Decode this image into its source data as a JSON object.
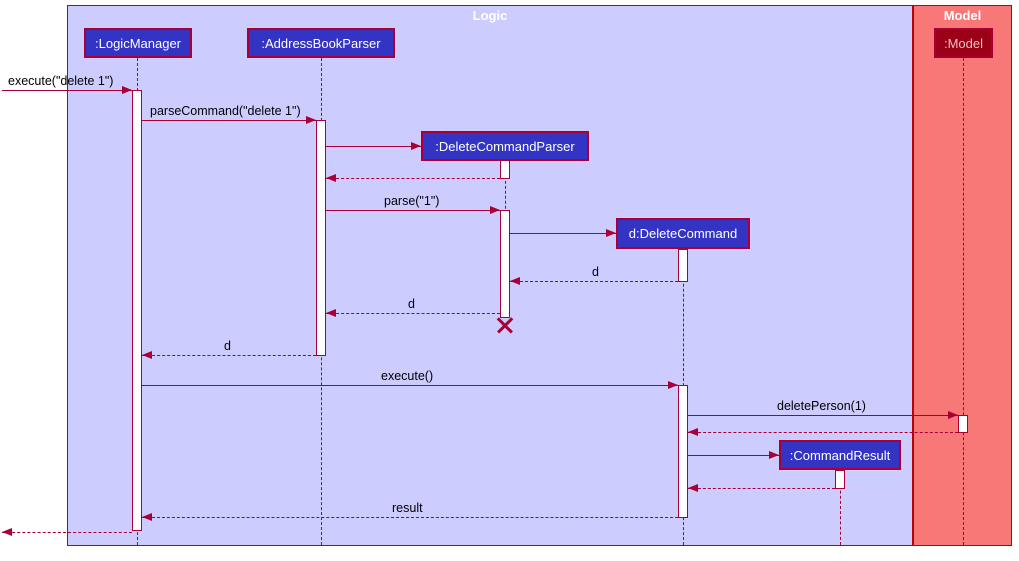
{
  "frames": {
    "logic": {
      "title": "Logic"
    },
    "model": {
      "title": "Model"
    }
  },
  "participants": [
    {
      "name": ":LogicManager",
      "frame": "Logic"
    },
    {
      "name": ":AddressBookParser",
      "frame": "Logic"
    },
    {
      "name": ":DeleteCommandParser",
      "frame": "Logic",
      "destroyed": true
    },
    {
      "name": "d:DeleteCommand",
      "frame": "Logic"
    },
    {
      "name": ":CommandResult",
      "frame": "Logic"
    },
    {
      "name": ":Model",
      "frame": "Model"
    }
  ],
  "messages": [
    {
      "label": "execute(\"delete 1\")",
      "from": "",
      "to": ":LogicManager",
      "kind": "call"
    },
    {
      "label": "parseCommand(\"delete 1\")",
      "from": ":LogicManager",
      "to": ":AddressBookParser",
      "kind": "call"
    },
    {
      "label": "",
      "from": ":AddressBookParser",
      "to": ":DeleteCommandParser",
      "kind": "create"
    },
    {
      "label": "",
      "from": ":DeleteCommandParser",
      "to": ":AddressBookParser",
      "kind": "return"
    },
    {
      "label": "parse(\"1\")",
      "from": ":AddressBookParser",
      "to": ":DeleteCommandParser",
      "kind": "call"
    },
    {
      "label": "",
      "from": ":DeleteCommandParser",
      "to": "d:DeleteCommand",
      "kind": "create"
    },
    {
      "label": "d",
      "from": "d:DeleteCommand",
      "to": ":DeleteCommandParser",
      "kind": "return"
    },
    {
      "label": "d",
      "from": ":DeleteCommandParser",
      "to": ":AddressBookParser",
      "kind": "return"
    },
    {
      "label": "d",
      "from": ":AddressBookParser",
      "to": ":LogicManager",
      "kind": "return"
    },
    {
      "label": "execute()",
      "from": ":LogicManager",
      "to": "d:DeleteCommand",
      "kind": "call"
    },
    {
      "label": "deletePerson(1)",
      "from": "d:DeleteCommand",
      "to": ":Model",
      "kind": "call"
    },
    {
      "label": "",
      "from": ":Model",
      "to": "d:DeleteCommand",
      "kind": "return"
    },
    {
      "label": "",
      "from": "d:DeleteCommand",
      "to": ":CommandResult",
      "kind": "create"
    },
    {
      "label": "",
      "from": ":CommandResult",
      "to": "d:DeleteCommand",
      "kind": "return"
    },
    {
      "label": "result",
      "from": "d:DeleteCommand",
      "to": ":LogicManager",
      "kind": "return"
    },
    {
      "label": "",
      "from": ":LogicManager",
      "to": "",
      "kind": "return"
    }
  ],
  "colors": {
    "logic_frame_bg": "#CCCCFF",
    "model_frame_bg": "#F87777",
    "frame_border": "#BE0000",
    "participant_bg": "#3333C4",
    "model_participant_bg": "#9A0016",
    "arrow": "#A80036",
    "label_text": "#000000"
  }
}
